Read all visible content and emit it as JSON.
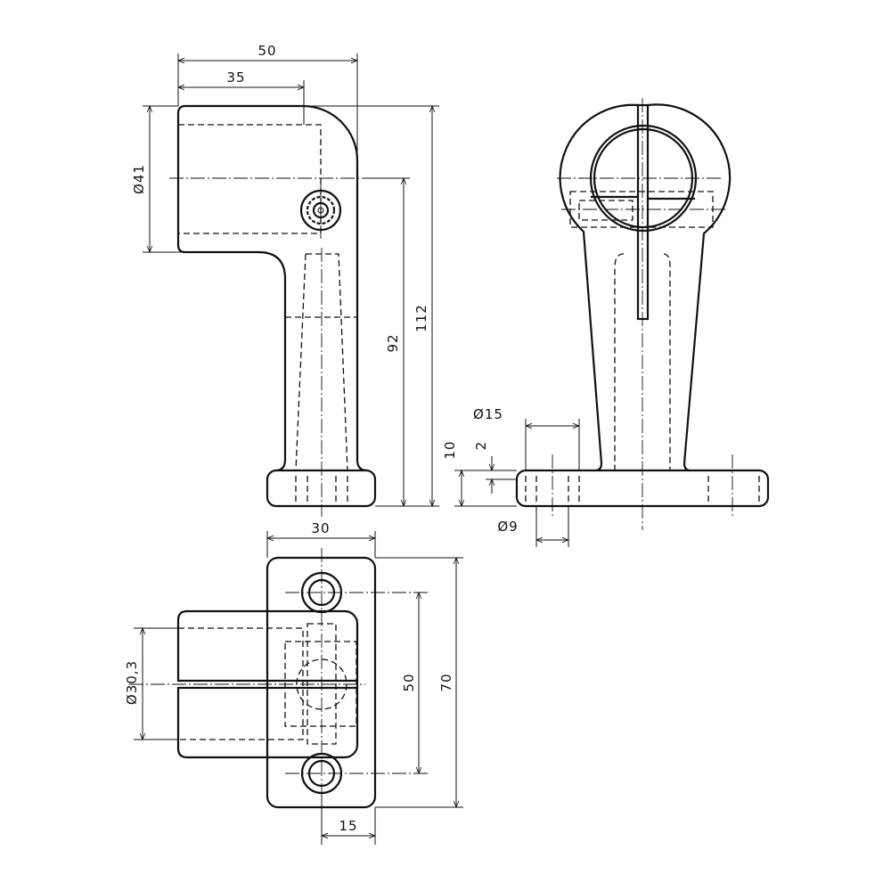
{
  "title": "Pipe support bracket technical drawing",
  "front_view": {
    "dim_width_total": "50",
    "dim_width_tube": "35",
    "dim_tube_diameter": "Ø41",
    "dim_axis_height": "92",
    "dim_total_height": "112"
  },
  "side_view": {
    "dim_counterbore": "Ø15",
    "dim_base_thickness": "10",
    "dim_counterbore_depth": "2",
    "dim_hole": "Ø9"
  },
  "top_view": {
    "dim_base_width": "30",
    "dim_bore": "Ø30,3",
    "dim_hole_spacing": "50",
    "dim_base_length": "70",
    "dim_hole_offset": "15"
  }
}
